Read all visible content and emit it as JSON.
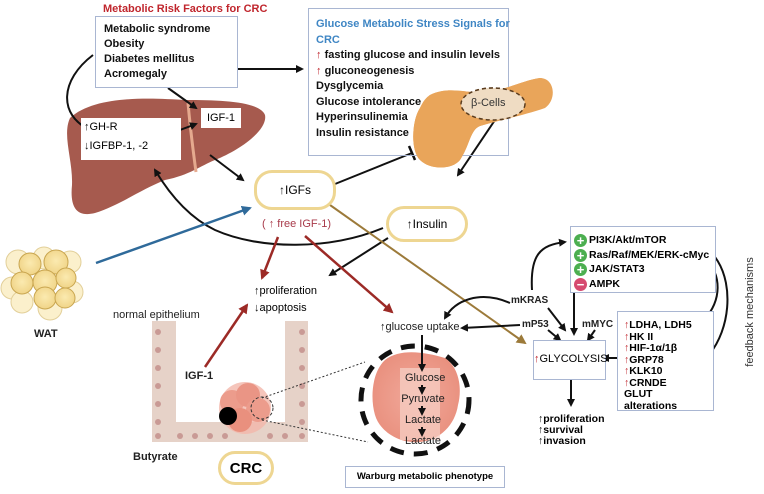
{
  "risk_factors": {
    "title": "Metabolic Risk Factors for CRC",
    "items": [
      "Metabolic syndrome",
      "Obesity",
      "Diabetes mellitus",
      "Acromegaly"
    ]
  },
  "stress_signals": {
    "title_line1": "Glucose Metabolic Stress Signals for",
    "title_line2": "CRC",
    "items": [
      {
        "arrow": "↑",
        "text": "fasting glucose and insulin levels"
      },
      {
        "arrow": "↑",
        "text": "gluconeogenesis"
      },
      {
        "arrow": "",
        "text": "Dysglycemia"
      },
      {
        "arrow": "",
        "text": "Glucose intolerance"
      },
      {
        "arrow": "",
        "text": "Hyperinsulinemia"
      },
      {
        "arrow": "",
        "text": "Insulin resistance"
      }
    ]
  },
  "liver": {
    "ghr": {
      "arrow": "↑",
      "text": "GH-R"
    },
    "igfbp": {
      "arrow": "↓",
      "text": "IGFBP-1, -2"
    },
    "igf1": "IGF-1"
  },
  "pancreas": {
    "beta_cells": "β-Cells"
  },
  "igfs": {
    "arrow": "↑",
    "label": "IGFs",
    "free_igf1": "( ↑ free IGF-1)"
  },
  "insulin": {
    "arrow": "↑",
    "label": "Insulin"
  },
  "wat_label": "WAT",
  "epithelium": {
    "normal_label": "normal epithelium",
    "igf1_label": "IGF-1",
    "butyrate_label": "Butyrate",
    "crc_label": "CRC"
  },
  "cell_effects": {
    "proliferation": {
      "arrow": "↑",
      "text": "proliferation"
    },
    "apoptosis": {
      "arrow": "↓",
      "text": "apoptosis"
    }
  },
  "warburg": {
    "glucose_uptake": {
      "arrow": "↑",
      "text": "glucose uptake"
    },
    "steps": [
      "Glucose",
      "Pyruvate",
      "Lactate"
    ],
    "lactate_out": "Lactate",
    "label": "Warburg metabolic phenotype"
  },
  "mutations": {
    "mkras": "mKRAS",
    "mp53": "mP53",
    "mmyc": "mMYC"
  },
  "pathways": [
    {
      "sign": "+",
      "color": "#4caf50",
      "text": "PI3K/Akt/mTOR"
    },
    {
      "sign": "+",
      "color": "#4caf50",
      "text": "Ras/Raf/MEK/ERK-cMyc"
    },
    {
      "sign": "+",
      "color": "#4caf50",
      "text": "JAK/STAT3"
    },
    {
      "sign": "−",
      "color": "#d64a70",
      "text": "AMPK"
    }
  ],
  "glycolysis": {
    "arrow": "↑",
    "label": "GLYCOLYSIS"
  },
  "enzymes": [
    {
      "arrow": "↑",
      "text": "LDHA, LDH5"
    },
    {
      "arrow": "↑",
      "text": "HK II"
    },
    {
      "arrow": "↑",
      "text": "HIF-1α/1β"
    },
    {
      "arrow": "↑",
      "text": "GRP78"
    },
    {
      "arrow": "↑",
      "text": "KLK10"
    },
    {
      "arrow": "↑",
      "text": "CRNDE"
    },
    {
      "arrow": "",
      "text": "GLUT alterations"
    }
  ],
  "outcomes": [
    {
      "arrow": "↑",
      "text": "proliferation"
    },
    {
      "arrow": "↑",
      "text": "survival"
    },
    {
      "arrow": "↑",
      "text": "invasion"
    }
  ],
  "feedback_label": "feedback mechanisms",
  "colors": {
    "box_border": "#a9b6d2",
    "title_red": "#c0262d",
    "title_blue": "#3f86c4",
    "pill_border": "#eed692",
    "liver": "#a65a4e",
    "pancreas": "#e9a55a",
    "red_arrow": "#9c2a26",
    "blue_arrow": "#2f6a9a",
    "gold_arrow": "#9c7a3a"
  }
}
